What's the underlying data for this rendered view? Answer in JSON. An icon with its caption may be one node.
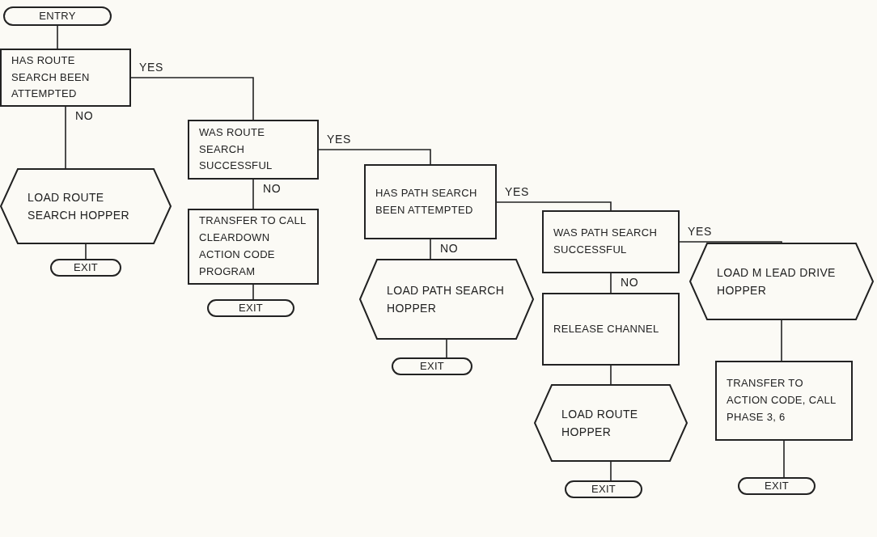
{
  "diagram": {
    "nodes": [
      {
        "text": [
          "ENTRY"
        ]
      },
      {
        "text": [
          "HAS ROUTE SEARCH BEEN ATTEMPTED"
        ]
      },
      {
        "text": [
          "LOAD ROUTE SEARCH HOPPER"
        ]
      },
      {
        "text": [
          "EXIT"
        ]
      },
      {
        "text": [
          "WAS ROUTE SEARCH SUCCESSFUL"
        ]
      },
      {
        "text": [
          "TRANSFER TO CALL CLEARDOWN ACTION CODE PROGRAM"
        ]
      },
      {
        "text": [
          "EXIT"
        ]
      },
      {
        "text": [
          "HAS PATH SEARCH BEEN ATTEMPTED"
        ]
      },
      {
        "text": [
          "LOAD PATH SEARCH HOPPER"
        ]
      },
      {
        "text": [
          "EXIT"
        ]
      },
      {
        "text": [
          "WAS PATH SEARCH SUCCESSFUL"
        ]
      },
      {
        "text": [
          "RELEASE CHANNEL"
        ]
      },
      {
        "text": [
          "LOAD ROUTE HOPPER"
        ]
      },
      {
        "text": [
          "EXIT"
        ]
      },
      {
        "text": [
          "LOAD M LEAD DRIVE HOPPER"
        ]
      },
      {
        "text": [
          "TRANSFER TO ACTION CODE, CALL PHASE 3, 6"
        ]
      },
      {
        "text": [
          "EXIT"
        ]
      }
    ],
    "edges": [
      {
        "from": 0,
        "to": 1,
        "arrow": "none"
      },
      {
        "from": 1,
        "to": 4,
        "arrow": "none",
        "label": "YES"
      },
      {
        "from": 1,
        "to": 2,
        "arrow": "none",
        "label": "NO"
      },
      {
        "from": 2,
        "to": 3,
        "arrow": "none"
      },
      {
        "from": 4,
        "to": 7,
        "arrow": "none",
        "label": "YES"
      },
      {
        "from": 4,
        "to": 5,
        "arrow": "none",
        "label": "NO"
      },
      {
        "from": 5,
        "to": 6,
        "arrow": "none"
      },
      {
        "from": 7,
        "to": 10,
        "arrow": "none",
        "label": "YES"
      },
      {
        "from": 7,
        "to": 8,
        "arrow": "none",
        "label": "NO"
      },
      {
        "from": 8,
        "to": 9,
        "arrow": "none"
      },
      {
        "from": 10,
        "to": 14,
        "arrow": "none",
        "label": "YES"
      },
      {
        "from": 10,
        "to": 11,
        "arrow": "none",
        "label": "NO"
      },
      {
        "from": 11,
        "to": 12,
        "arrow": "none"
      },
      {
        "from": 12,
        "to": 13,
        "arrow": "none"
      },
      {
        "from": 14,
        "to": 15,
        "arrow": "none"
      },
      {
        "from": 15,
        "to": 16,
        "arrow": "none"
      }
    ]
  }
}
